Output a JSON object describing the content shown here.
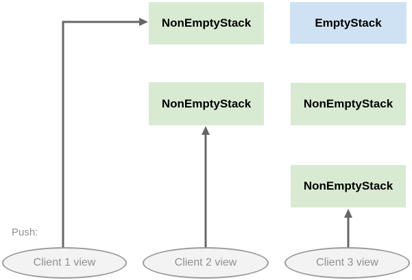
{
  "diagram": {
    "push_label": "Push:",
    "colors": {
      "green_box": "#d9ead3",
      "blue_box": "#cfe2f3",
      "box_text": "#000000",
      "arrow": "#666666",
      "ellipse_fill": "#f3f3f3",
      "ellipse_stroke": "#999999",
      "muted_text": "#909090"
    },
    "boxes": [
      {
        "id": "top-left",
        "label": "NonEmptyStack",
        "variant": "green"
      },
      {
        "id": "top-right",
        "label": "EmptyStack",
        "variant": "blue"
      },
      {
        "id": "mid-left",
        "label": "NonEmptyStack",
        "variant": "green"
      },
      {
        "id": "mid-right",
        "label": "NonEmptyStack",
        "variant": "green"
      },
      {
        "id": "bottom-right",
        "label": "NonEmptyStack",
        "variant": "green"
      }
    ],
    "clients": [
      {
        "label": "Client 1 view"
      },
      {
        "label": "Client 2 view"
      },
      {
        "label": "Client 3 view"
      }
    ],
    "arrows": [
      {
        "from": "client-1",
        "to": "top-left",
        "shape": "elbow-up-then-right"
      },
      {
        "from": "client-2",
        "to": "mid-left",
        "shape": "straight-up"
      },
      {
        "from": "client-3",
        "to": "bottom-right",
        "shape": "straight-up"
      }
    ]
  }
}
